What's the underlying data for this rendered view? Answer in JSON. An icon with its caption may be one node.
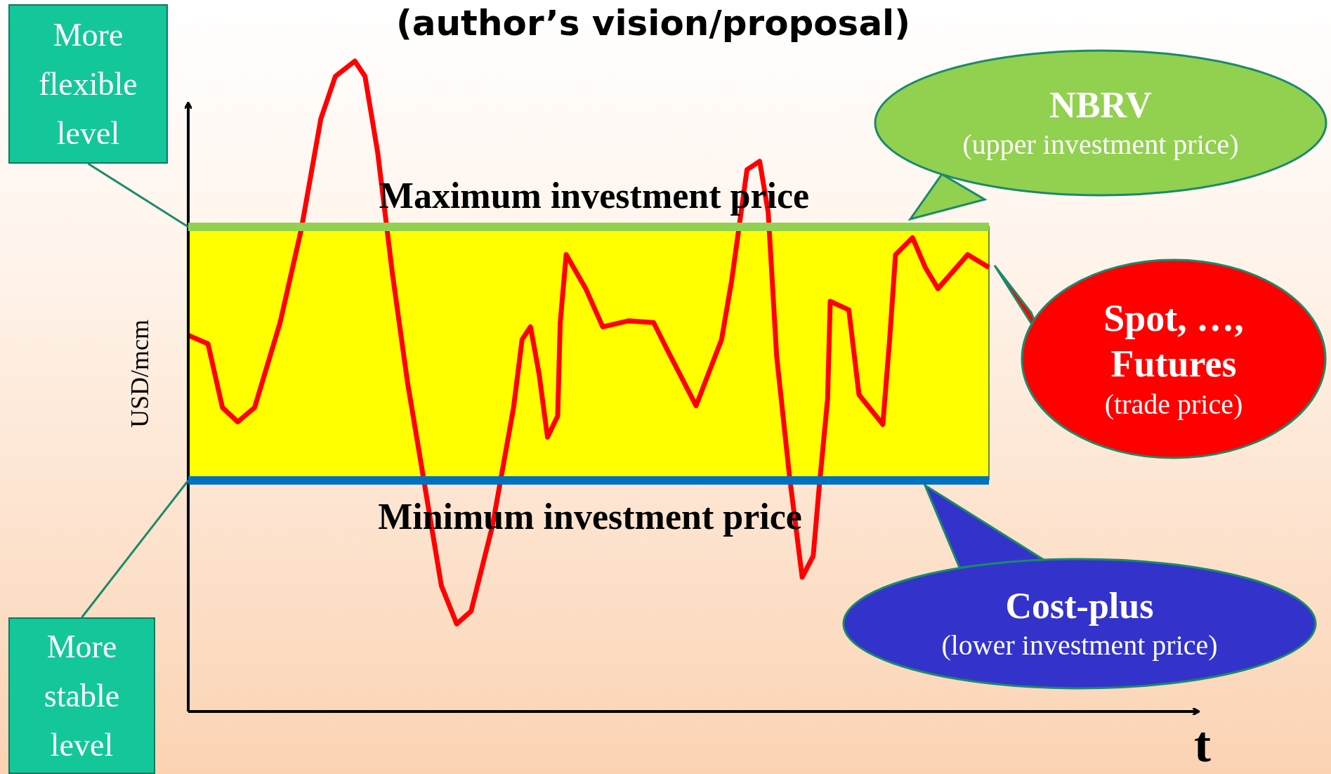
{
  "diagram": {
    "title": "(author’s vision/proposal)",
    "nodes": [
      {
        "text": [
          "More flexible level"
        ]
      },
      {
        "text": [
          "More stable level"
        ]
      },
      {
        "text": [
          "NBRV",
          "(upper investment price)"
        ]
      },
      {
        "text": [
          "Spot, …, Futures",
          "(trade price)"
        ]
      },
      {
        "text": [
          "Cost-plus",
          "(lower investment price)"
        ]
      },
      {
        "text": [],
        "shape": "bar"
      },
      {
        "text": [],
        "shape": "bar"
      }
    ],
    "edges": [
      {
        "from": 0,
        "to": 5,
        "arrow": "none"
      },
      {
        "from": 1,
        "to": 6,
        "arrow": "none"
      }
    ],
    "labels": [
      "Maximum investment price",
      "Minimum investment price",
      "USD/mcm",
      "t"
    ]
  }
}
